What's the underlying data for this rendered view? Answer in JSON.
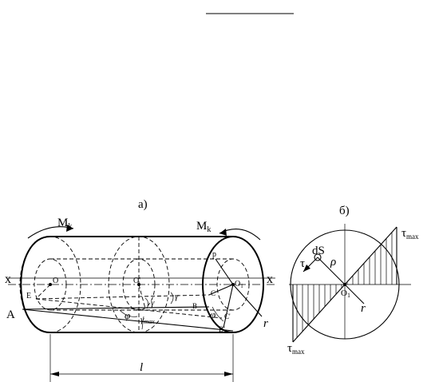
{
  "figure_a": {
    "panel_label": "а)",
    "moment_left": {
      "main": "M",
      "sub": "k"
    },
    "moment_right": {
      "main": "M",
      "sub": "k"
    },
    "axis_left": "x",
    "axis_right": "x",
    "point_A": "A",
    "point_E": "E",
    "point_O": "O",
    "point_O_prime": "O'",
    "point_O1": {
      "main": "O",
      "sub": "1"
    },
    "point_p": "p",
    "point_C": "C",
    "point_B": "B",
    "point_C_prime": "C'",
    "point_B_prime": "B'",
    "angle_gamma_mid": "γ",
    "angle_gamma_mid_max": {
      "main": "γ",
      "sub": "max"
    },
    "angle_phi_mid": "φ",
    "angle_gamma_right": "γ",
    "angle_phi_right": "φ",
    "radius_label": "r",
    "length_label": "l"
  },
  "figure_b": {
    "panel_label": "б)",
    "tau_max_top": {
      "main": "τ",
      "sub": "max"
    },
    "tau_max_bottom": {
      "main": "τ",
      "sub": "max"
    },
    "tau_label": "τ",
    "dS_label": "dS",
    "rho_label": "ρ",
    "center_label": {
      "main": "O",
      "sub": "1"
    },
    "radius_label": "r"
  }
}
